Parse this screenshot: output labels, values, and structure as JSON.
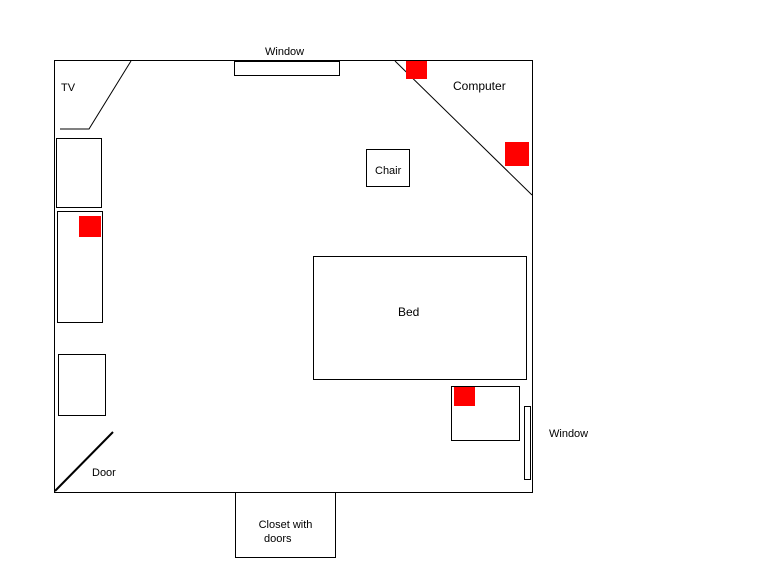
{
  "labels": {
    "window_top": "Window",
    "tv": "TV",
    "computer": "Computer",
    "chair": "Chair",
    "bed": "Bed",
    "window_right": "Window",
    "door": "Door",
    "closet_line1": "Closet with",
    "closet_line2": "doors"
  },
  "colors": {
    "wall": "#000000",
    "marker": "#ff0000",
    "background": "#ffffff"
  }
}
